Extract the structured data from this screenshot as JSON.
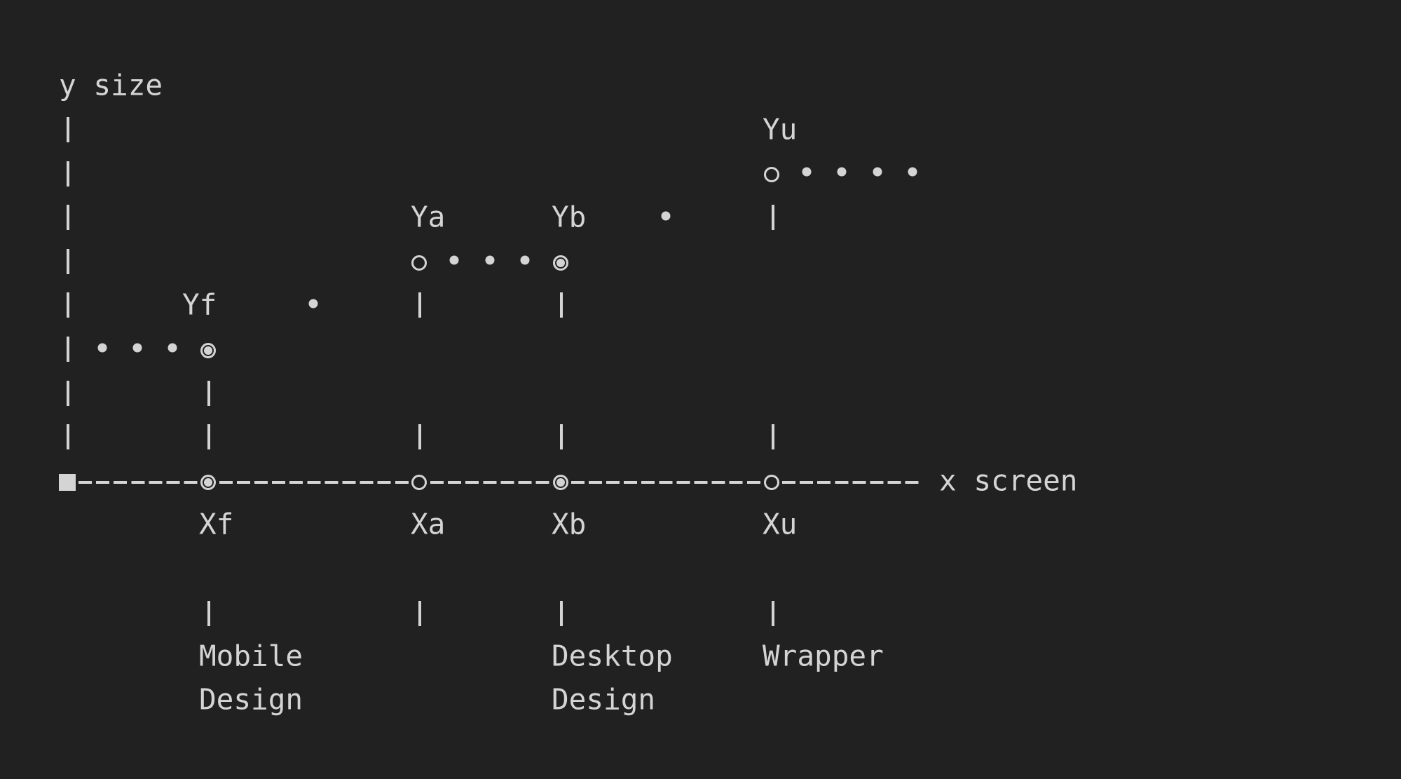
{
  "diagram": {
    "y_axis_label": "y size",
    "x_axis_label": "x screen",
    "points": {
      "Yf": "Yf",
      "Ya": "Ya",
      "Yb": "Yb",
      "Yu": "Yu",
      "Xf": "Xf",
      "Xa": "Xa",
      "Xb": "Xb",
      "Xu": "Xu"
    },
    "breakpoint_labels": {
      "mobile_line1": "Mobile",
      "mobile_line2": "Design",
      "desktop_line1": "Desktop",
      "desktop_line2": "Design",
      "wrapper": "Wrapper"
    },
    "colors": {
      "background": "#212121",
      "foreground": "#d4d4d4"
    }
  }
}
